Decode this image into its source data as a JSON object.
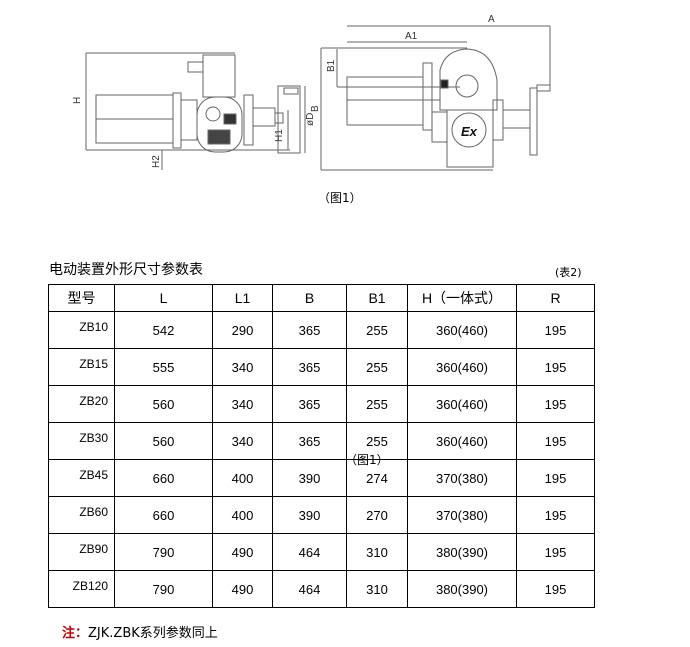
{
  "drawing": {
    "labels_left": [
      "H",
      "H2",
      "H1",
      "øD"
    ],
    "labels_right": [
      "A",
      "A1",
      "B1",
      "B"
    ],
    "ex_mark": "Ex",
    "caption": "（图1）"
  },
  "table": {
    "title": "电动装置外形尺寸参数表",
    "number": "(表2)",
    "headers": [
      "型号",
      "L",
      "L1",
      "B",
      "B1",
      "H（一体式）",
      "R"
    ],
    "rows": [
      [
        "ZB10",
        "542",
        "290",
        "365",
        "255",
        "360(460)",
        "195"
      ],
      [
        "ZB15",
        "555",
        "340",
        "365",
        "255",
        "360(460)",
        "195"
      ],
      [
        "ZB20",
        "560",
        "340",
        "365",
        "255",
        "360(460)",
        "195"
      ],
      [
        "ZB30",
        "560",
        "340",
        "365",
        "255",
        "360(460)",
        "195"
      ],
      [
        "ZB45",
        "660",
        "400",
        "390",
        "274",
        "370(380)",
        "195"
      ],
      [
        "ZB60",
        "660",
        "400",
        "390",
        "270",
        "370(380)",
        "195"
      ],
      [
        "ZB90",
        "790",
        "490",
        "464",
        "310",
        "380(390)",
        "195"
      ],
      [
        "ZB120",
        "790",
        "490",
        "464",
        "310",
        "380(390)",
        "195"
      ]
    ],
    "overlay_caption": "（图1）"
  },
  "note": {
    "prefix": "注：",
    "text": "ZJK.ZBK系列参数同上"
  },
  "colors": {
    "note_red": "#c00000",
    "line": "#555555"
  }
}
